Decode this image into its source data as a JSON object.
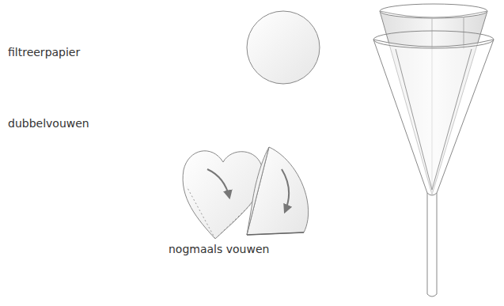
{
  "diagram": {
    "labels": [
      "filtreerpapier",
      "dubbelvouwen",
      "nogmaals vouwen"
    ]
  }
}
